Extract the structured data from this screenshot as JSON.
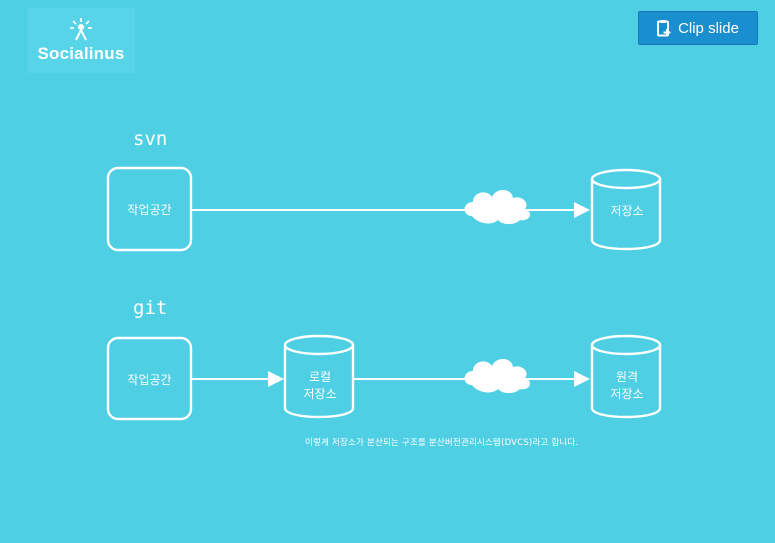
{
  "logo": {
    "text": "Socialinus",
    "icon": "sun-figure-icon"
  },
  "toolbar": {
    "clip_label": "Clip slide",
    "clip_icon": "clipboard-plus-icon"
  },
  "diagram": {
    "svn": {
      "title": "svn",
      "workspace": "작업공간",
      "network": "cloud-icon",
      "repository": "저장소"
    },
    "git": {
      "title": "git",
      "workspace": "작업공간",
      "local_repo": [
        "로컬",
        "저장소"
      ],
      "network": "cloud-icon",
      "remote_repo": [
        "원격",
        "저장소"
      ]
    },
    "caption": "이렇게 저장소가 분산되는 구조를 분산버전관리시스템(DVCS)라고 합니다."
  },
  "colors": {
    "background": "#4fcfe4",
    "stroke": "#ffffff",
    "button": "#1a8fd0"
  }
}
